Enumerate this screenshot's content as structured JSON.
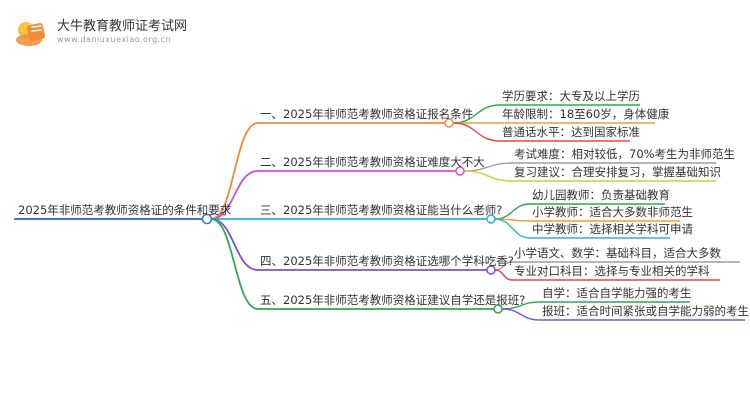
{
  "brand": {
    "title": "大牛教育教师证考试网",
    "url": "www.daniuxuexiao.org.cn"
  },
  "mindmap": {
    "root": "2025年非师范考教师资格证的条件和要求",
    "branches": [
      {
        "label": "一、2025年非师范考教师资格证报名条件",
        "color": "#f08c34",
        "leaves": [
          "学历要求：大专及以上学历",
          "年龄限制：18至60岁，身体健康",
          "普通话水平：达到国家标准"
        ],
        "leaf_colors": [
          "#2fa84f",
          "#e8a23a",
          "#e04848"
        ]
      },
      {
        "label": "二、2025年非师范考教师资格证难度大不大",
        "color": "#d24fcf",
        "leaves": [
          "考试难度：相对较低，70%考生为非师范生",
          "复习建议：合理安排复习，掌握基础知识"
        ],
        "leaf_colors": [
          "#9e9e9e",
          "#c7d13a"
        ]
      },
      {
        "label": "三、2025年非师范考教师资格证能当什么老师?",
        "color": "#2bb5c9",
        "leaves": [
          "幼儿园教师：负责基础教育",
          "小学教师：适合大多数非师范生",
          "中学教师：选择相关学科可申请"
        ],
        "leaf_colors": [
          "#2fa84f",
          "#e8a23a",
          "#2bb5c9"
        ]
      },
      {
        "label": "四、2025年非师范考教师资格证选哪个学科吃香?",
        "color": "#7c4fd6",
        "leaves": [
          "小学语文、数学：基础科目，适合大多数",
          "专业对口科目：选择与专业相关的学科"
        ],
        "leaf_colors": [
          "#9e9e9e",
          "#e04848"
        ]
      },
      {
        "label": "五、2025年非师范考教师资格证建议自学还是报班?",
        "color": "#2fa84f",
        "leaves": [
          "自学：适合自学能力强的考生",
          "报班：适合时间紧张或自学能力弱的考生"
        ],
        "leaf_colors": [
          "#2fa84f",
          "#7c4fd6"
        ]
      }
    ],
    "trunk_color": "#3a7bd5"
  }
}
